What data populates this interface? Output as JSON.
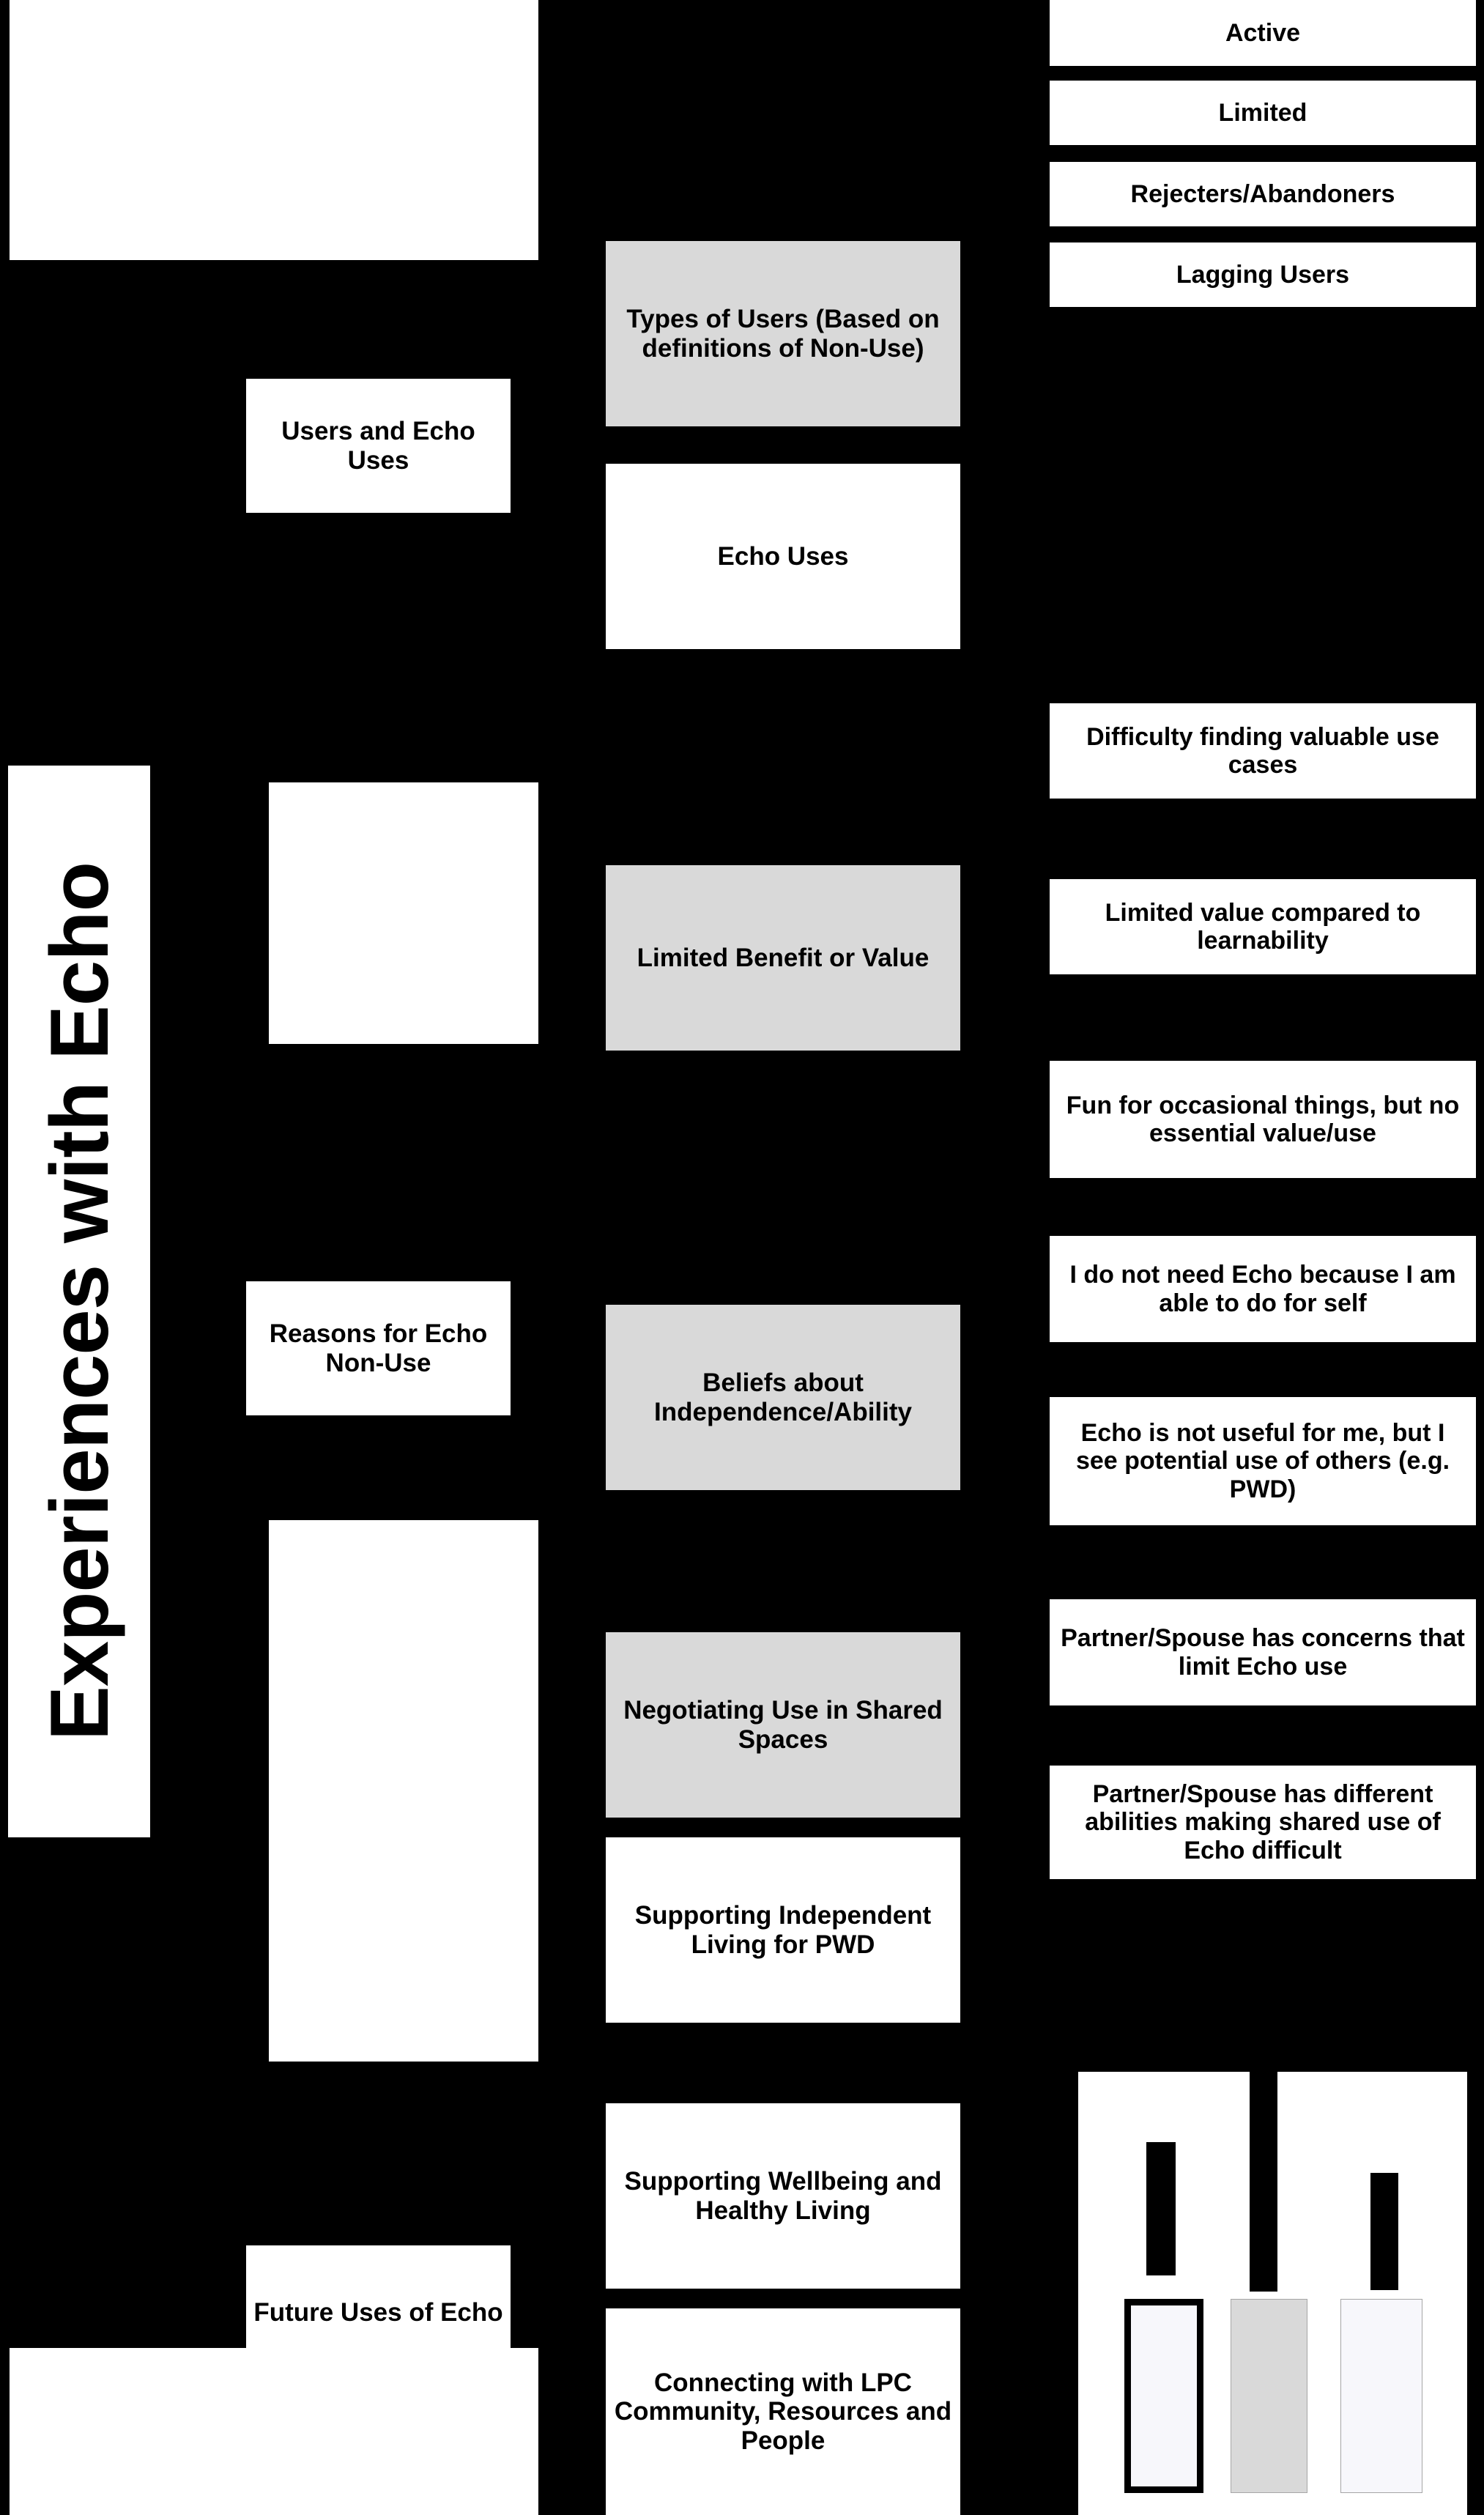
{
  "diagram": {
    "title": "Experiences with Echo",
    "background_color": "#000000",
    "node_fill_white": "#FFFFFF",
    "node_fill_gray": "#D9D9D9",
    "text_color": "#000000"
  },
  "level1": {
    "items": [
      {
        "label": "",
        "blank": true
      },
      {
        "label": "Users and Echo Uses"
      },
      {
        "label": "",
        "blank": true
      },
      {
        "label": "Reasons for Echo Non-Use"
      },
      {
        "label": "",
        "blank": true
      },
      {
        "label": "Future Uses of Echo"
      },
      {
        "label": "",
        "blank": true
      }
    ]
  },
  "level2": {
    "items": [
      {
        "label": "Types of Users (Based on definitions of  Non-Use)",
        "fill": "gray"
      },
      {
        "label": "Echo Uses",
        "fill": "white"
      },
      {
        "label": "Limited Benefit or Value",
        "fill": "gray"
      },
      {
        "label": "Beliefs about Independence/Ability",
        "fill": "gray"
      },
      {
        "label": "Negotiating Use in Shared Spaces",
        "fill": "gray"
      },
      {
        "label": "Supporting Independent Living for PWD",
        "fill": "white"
      },
      {
        "label": "Supporting Wellbeing and Healthy Living",
        "fill": "white"
      },
      {
        "label": "Connecting with LPC Community, Resources and  People",
        "fill": "white"
      }
    ]
  },
  "level3": {
    "items": [
      {
        "label": "Active"
      },
      {
        "label": "Limited"
      },
      {
        "label": "Rejecters/Abandoners"
      },
      {
        "label": "Lagging Users"
      },
      {
        "label": "Difficulty finding valuable use cases"
      },
      {
        "label": "Limited value compared to learnability"
      },
      {
        "label": "Fun for occasional things, but no essential value/use"
      },
      {
        "label": "I do not need Echo because I am able to do for self"
      },
      {
        "label": "Echo is not useful for me, but I see potential use of others (e.g. PWD)"
      },
      {
        "label": "Partner/Spouse has concerns that limit Echo use"
      },
      {
        "label": "Partner/Spouse has different abilities making shared use of Echo difficult"
      }
    ]
  },
  "legend": {
    "swatches": [
      {
        "name": "swatch-outlined",
        "fill": "#F7F7FB",
        "border": "thick"
      },
      {
        "name": "swatch-gray",
        "fill": "#D9D9D9",
        "border": "thin"
      },
      {
        "name": "swatch-offwhite",
        "fill": "#F7F7FB",
        "border": "thin"
      }
    ],
    "labels": [
      "",
      "",
      ""
    ]
  }
}
